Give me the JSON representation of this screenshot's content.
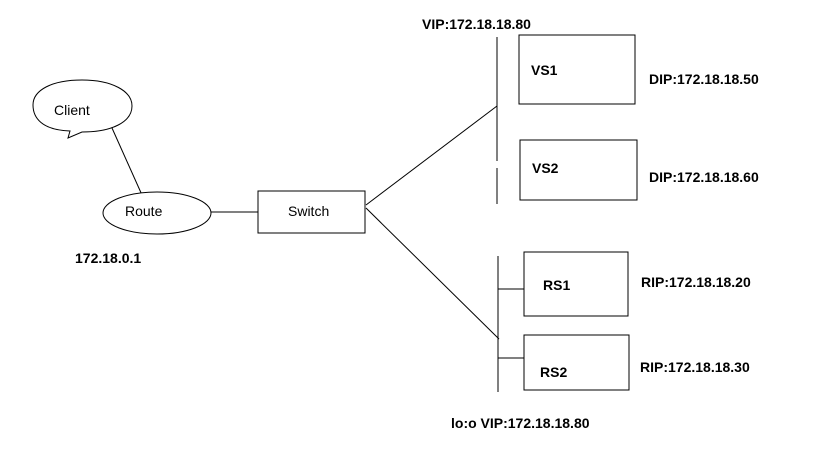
{
  "nodes": {
    "client": "Client",
    "route": "Route",
    "switch": "Switch",
    "vs1": "VS1",
    "vs2": "VS2",
    "rs1": "RS1",
    "rs2": "RS2"
  },
  "addresses": {
    "vip": "VIP:172.18.18.80",
    "route_ip": "172.18.0.1",
    "vs1_dip": "DIP:172.18.18.50",
    "vs2_dip": "DIP:172.18.18.60",
    "rs1_rip": "RIP:172.18.18.20",
    "rs2_rip": "RIP:172.18.18.30",
    "lo_vip": "lo:o VIP:172.18.18.80"
  }
}
